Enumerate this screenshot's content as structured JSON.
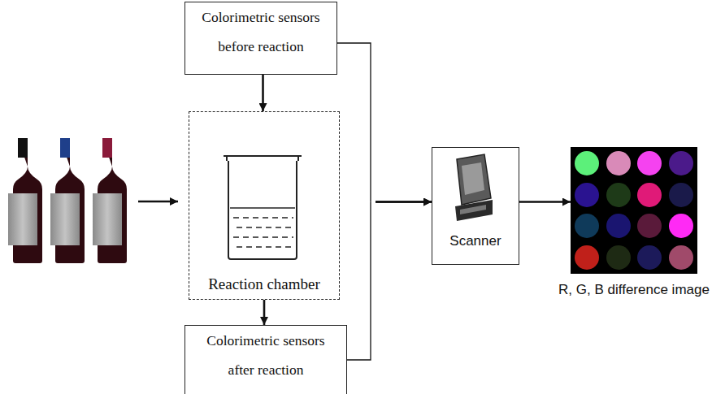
{
  "diagram": {
    "nodes": [
      {
        "text": [
          "Colorimetric sensors before reaction"
        ]
      },
      {
        "text": [
          "Reaction chamber"
        ]
      },
      {
        "text": [
          "Colorimetric sensors after reaction"
        ]
      },
      {
        "text": [
          "Scanner"
        ]
      },
      {
        "text": [
          "R, G, B difference image"
        ]
      }
    ],
    "edges": [
      {
        "from": 0,
        "to": 1,
        "arrow": "to"
      },
      {
        "from": 1,
        "to": 2,
        "arrow": "to"
      },
      {
        "from": 0,
        "to": 3,
        "arrow": "to"
      },
      {
        "from": 2,
        "to": 3,
        "arrow": "to"
      },
      {
        "from": 3,
        "to": 4,
        "arrow": "to"
      }
    ]
  }
}
